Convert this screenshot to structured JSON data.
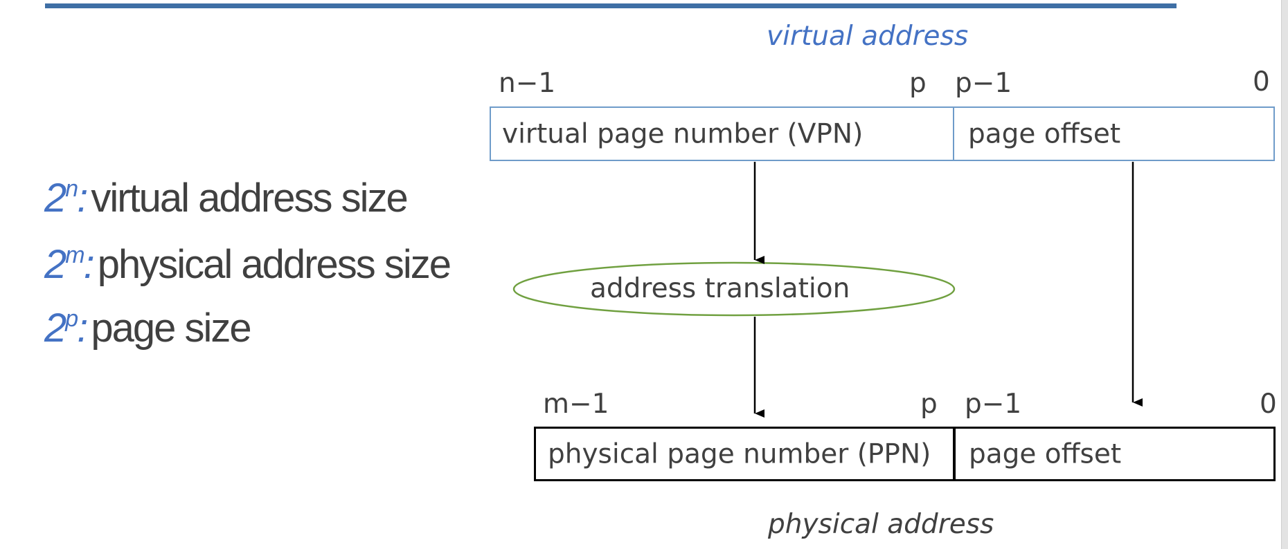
{
  "legend": [
    {
      "base": "2",
      "exp": "n",
      "desc": "virtual address size"
    },
    {
      "base": "2",
      "exp": "m",
      "desc": "physical address size"
    },
    {
      "base": "2",
      "exp": "p",
      "desc": "page size"
    }
  ],
  "virtual": {
    "title": "virtual address",
    "bits": {
      "high": "n−1",
      "p": "p",
      "p_minus_1": "p−1",
      "zero": "0"
    },
    "vpn_label": "virtual page number (VPN)",
    "offset_label": "page offset"
  },
  "translation": {
    "label": "address translation"
  },
  "physical": {
    "title": "physical address",
    "bits": {
      "high": "m−1",
      "p": "p",
      "p_minus_1": "p−1",
      "zero": "0"
    },
    "ppn_label": "physical page number (PPN)",
    "offset_label": "page offset"
  },
  "colors": {
    "accent_blue": "#4472c4",
    "virtual_border": "#6e9bc9",
    "ellipse_stroke": "#70a040",
    "text_gray": "#404040",
    "physical_border": "#000000"
  }
}
